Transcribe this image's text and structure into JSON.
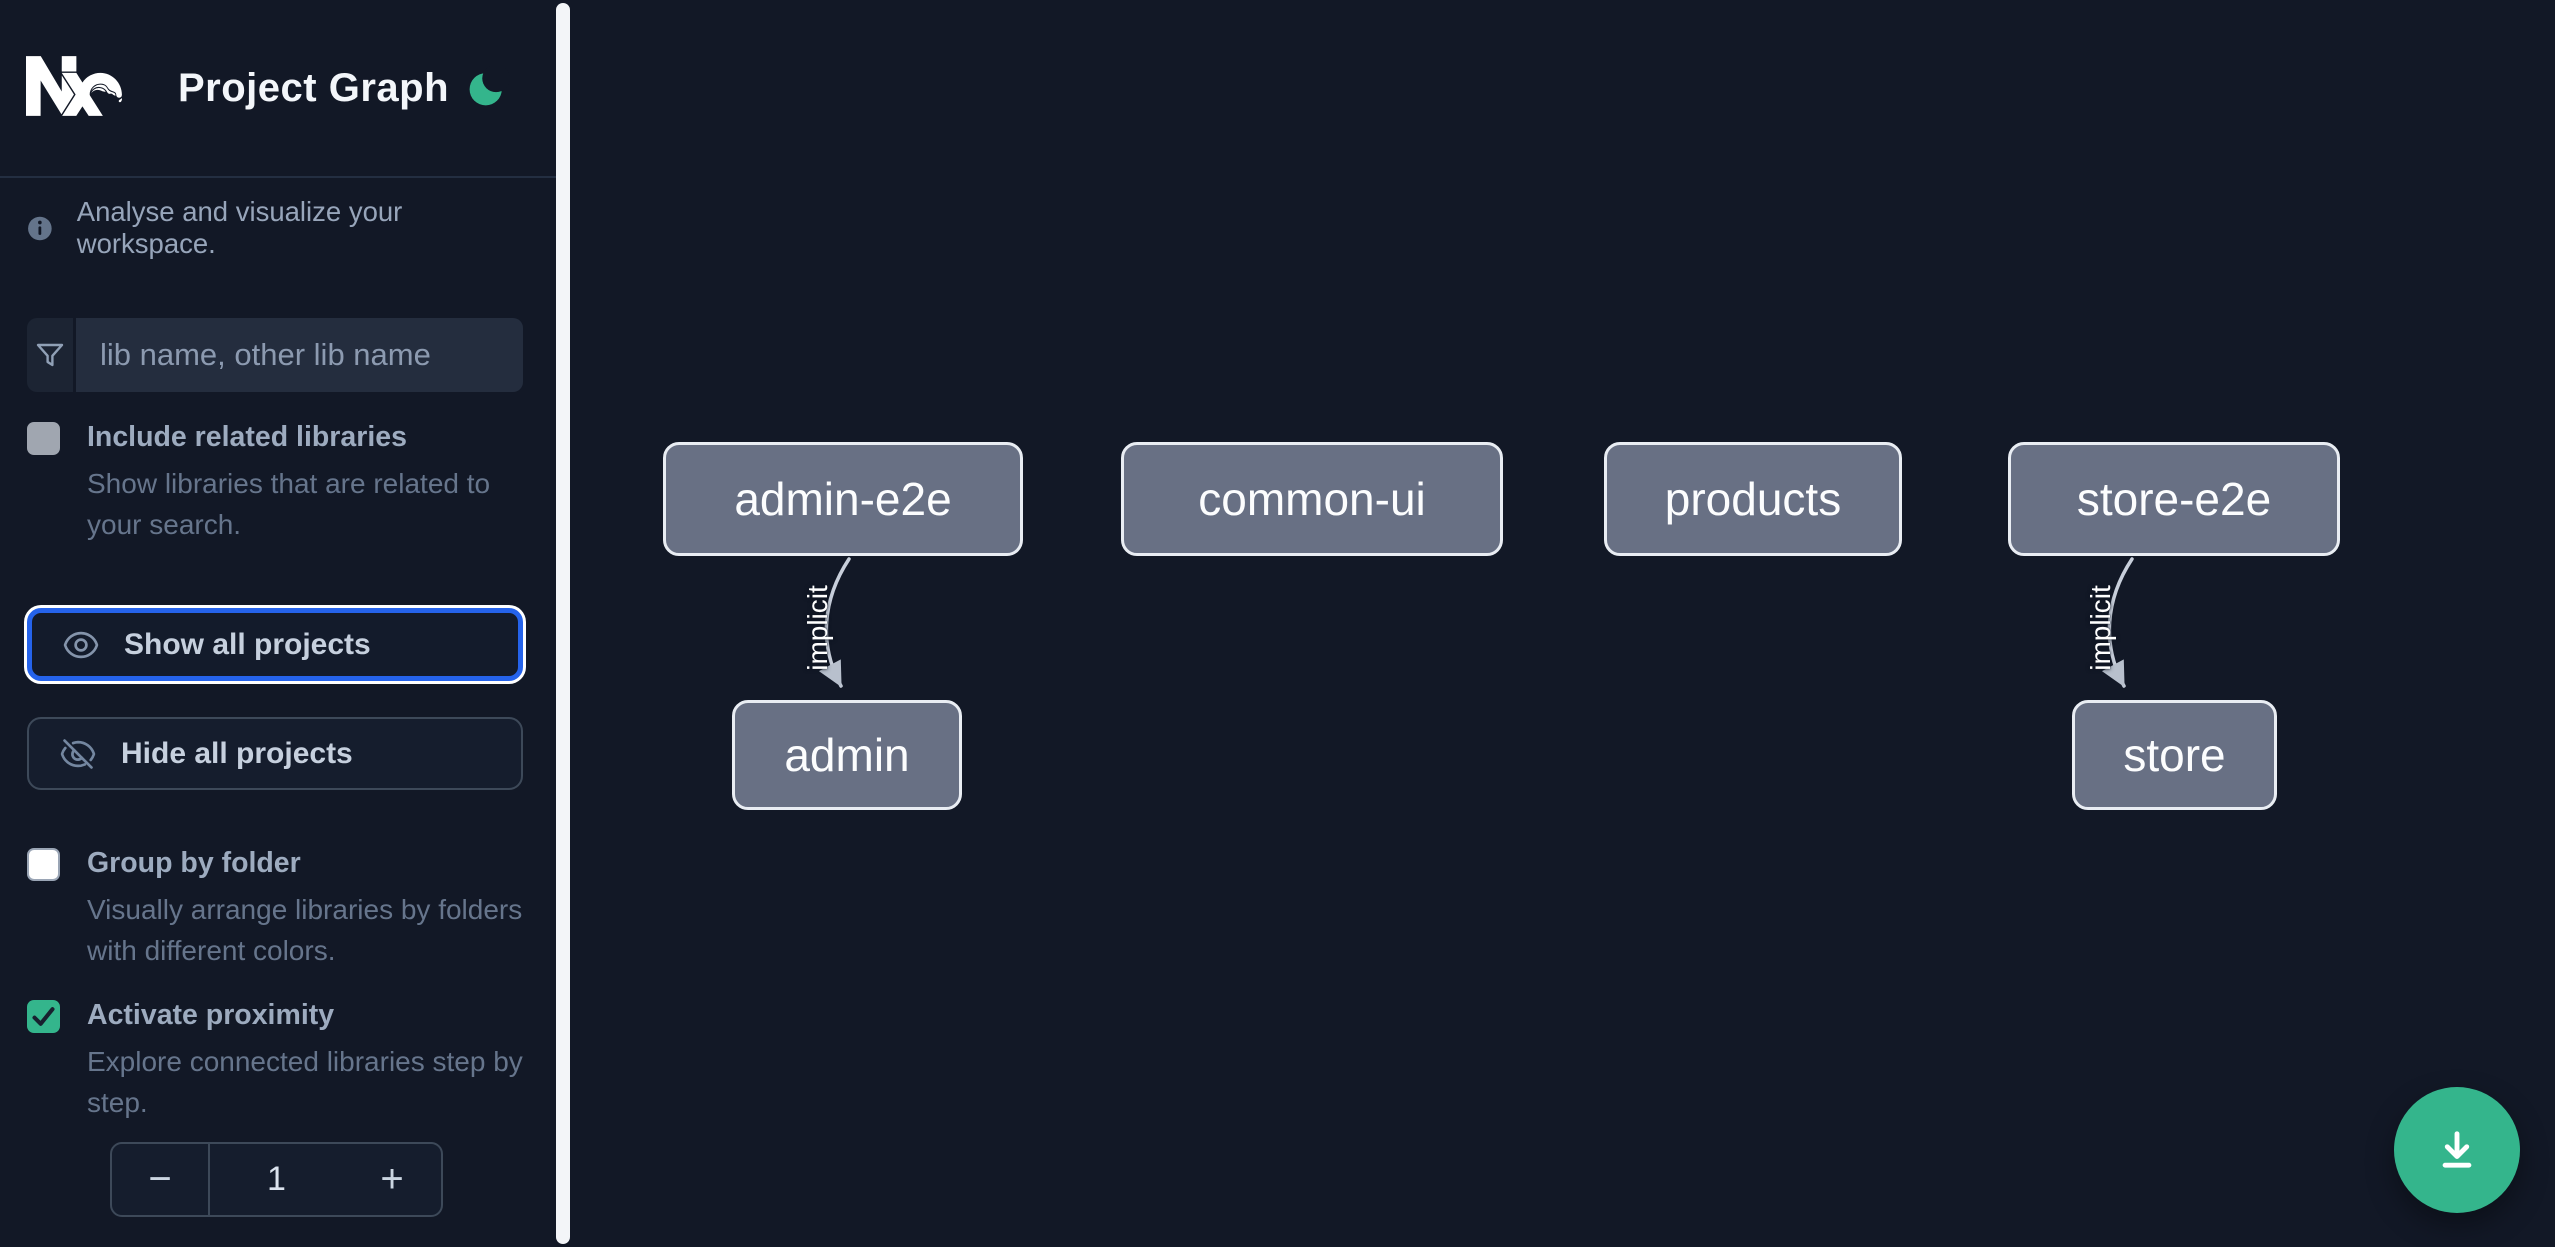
{
  "header": {
    "title": "Project Graph"
  },
  "sidebar": {
    "info_text": "Analyse and visualize your workspace.",
    "search": {
      "placeholder": "lib name, other lib name"
    },
    "toggles": [
      {
        "label": "Include related libraries",
        "description": "Show libraries that are related to your search.",
        "checked": false,
        "enabled": false
      },
      {
        "label": "Group by folder",
        "description": "Visually arrange libraries by folders with different colors.",
        "checked": false,
        "enabled": true
      },
      {
        "label": "Activate proximity",
        "description": "Explore connected libraries step by step.",
        "checked": true,
        "enabled": true
      }
    ],
    "buttons": [
      {
        "label": "Show all projects",
        "focused": true
      },
      {
        "label": "Hide all projects",
        "focused": false
      }
    ],
    "stepper": {
      "decrement": "−",
      "value": "1",
      "increment": "+"
    }
  },
  "graph": {
    "nodes": [
      {
        "label": "admin-e2e"
      },
      {
        "label": "common-ui"
      },
      {
        "label": "products"
      },
      {
        "label": "store-e2e"
      },
      {
        "label": "admin"
      },
      {
        "label": "store"
      }
    ],
    "edges": [
      {
        "from": "admin-e2e",
        "to": "admin",
        "label": "implicit"
      },
      {
        "from": "store-e2e",
        "to": "store",
        "label": "implicit"
      }
    ]
  },
  "icons": {
    "logo": "nx-logo",
    "theme": "moon-icon",
    "info": "info-icon",
    "search": "filter-funnel-icon",
    "show": "eye-icon",
    "hide": "eye-off-icon",
    "checked": "check-icon",
    "download": "download-icon"
  },
  "colors": {
    "background": "#121826",
    "accent_green": "#34b58c",
    "focus_ring_blue": "#2563eb",
    "node_fill": "#687084",
    "node_border": "#e9edf3",
    "edge": "#c8cfdb",
    "checkbox_unchecked_disabled": "#a0a6b0",
    "checkbox_checked": "#34b58c",
    "scrollbar_thumb": "#f3f5f8"
  }
}
